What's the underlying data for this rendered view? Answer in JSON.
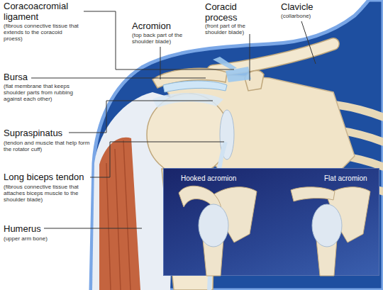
{
  "diagram": {
    "nodes": [
      {
        "text": [
          "Hooked acromion",
          "Flat acromion"
        ]
      }
    ],
    "labels": [
      "Coracoacromial ligament",
      "(fibrous connective tissue that extends to the coracoid proess)",
      "Acromion",
      "(top back part of the shoulder blade)",
      "Coracid process",
      "(front part of the shoulder blade)",
      "Clavicle",
      "(collarbone)",
      "Bursa",
      "(flat membrane that keeps shoulder parts from rubbing against each other)",
      "Supraspinatus",
      "(tendon and muscle that help form the rotator cuff)",
      "Long biceps tendon",
      "(fibrous connective tissue that attaches biceps muscle to the shoulder blade)",
      "Humerus",
      "(upper arm bone)"
    ]
  }
}
